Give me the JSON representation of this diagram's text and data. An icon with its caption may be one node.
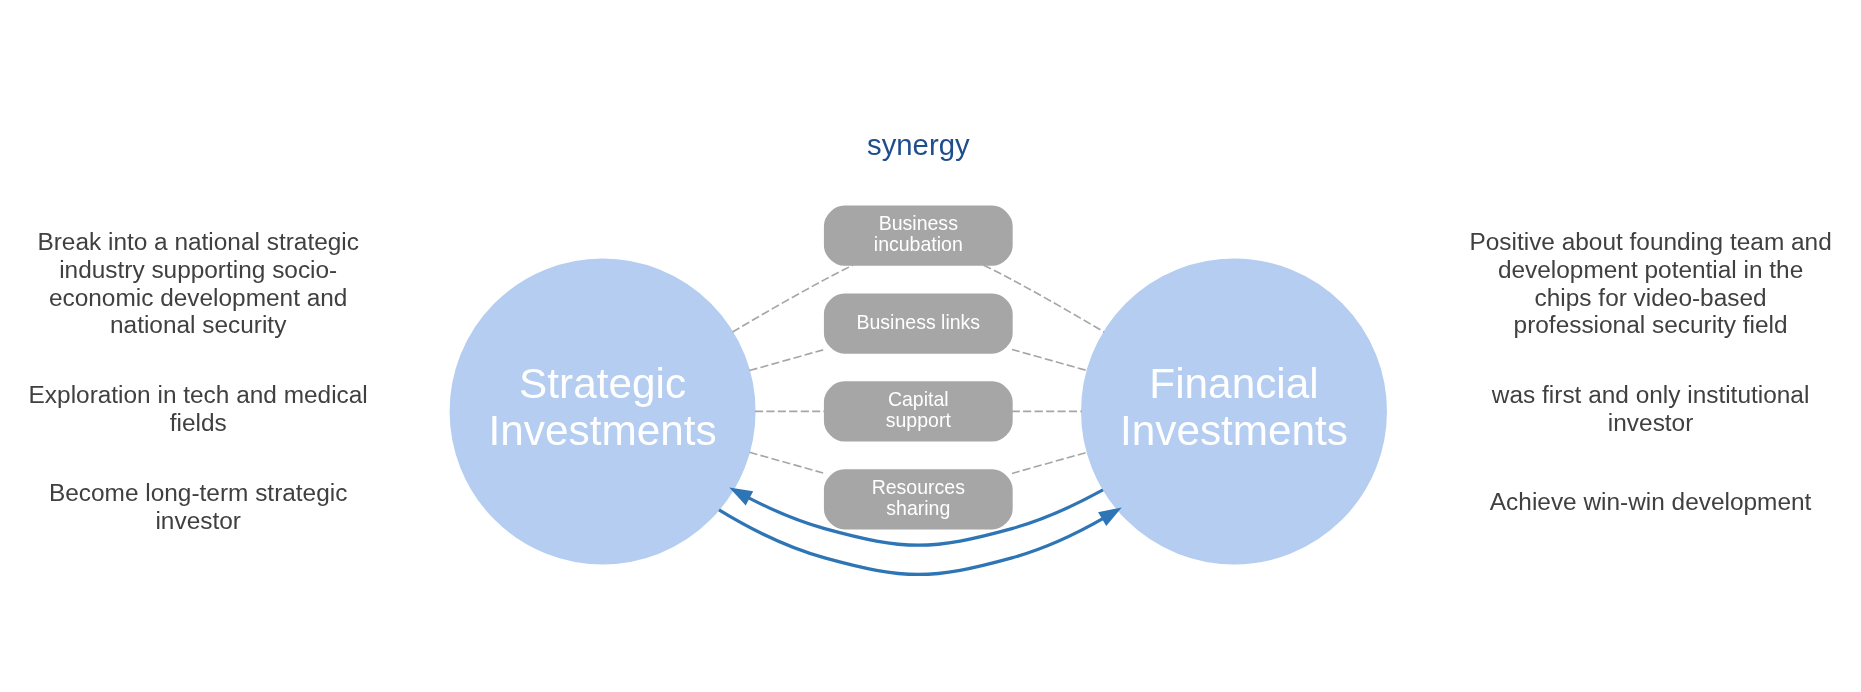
{
  "diagram": {
    "nodes": [
      {
        "text": [
          "Strategic Investments"
        ]
      },
      {
        "text": [
          "Business incubation"
        ]
      },
      {
        "text": [
          "Business links"
        ]
      },
      {
        "text": [
          "Capital support"
        ]
      },
      {
        "text": [
          "Resources sharing"
        ]
      },
      {
        "text": [
          "Financial Investments"
        ]
      }
    ],
    "edges": [
      {
        "from": 0,
        "to": 1,
        "arrow": "none",
        "style": "dashed"
      },
      {
        "from": 1,
        "to": 5,
        "arrow": "none",
        "style": "dashed"
      },
      {
        "from": 0,
        "to": 2,
        "arrow": "none",
        "style": "dashed"
      },
      {
        "from": 2,
        "to": 5,
        "arrow": "none",
        "style": "dashed"
      },
      {
        "from": 0,
        "to": 3,
        "arrow": "none",
        "style": "dashed"
      },
      {
        "from": 3,
        "to": 5,
        "arrow": "none",
        "style": "dashed"
      },
      {
        "from": 0,
        "to": 4,
        "arrow": "none",
        "style": "dashed"
      },
      {
        "from": 4,
        "to": 5,
        "arrow": "none",
        "style": "dashed"
      },
      {
        "from": 0,
        "to": 5,
        "arrow": "to",
        "color": "#2e75b6"
      },
      {
        "from": 5,
        "to": 0,
        "arrow": "to",
        "color": "#2e75b6"
      }
    ],
    "labels": [
      "Break into a national strategic industry supporting socio-economic development and national security",
      "Exploration in tech and medical fields",
      "Become long-term strategic investor",
      "synergy",
      "Positive about founding team and development potential in the chips for video-based professional security field",
      "was first and only institutional investor",
      "Achieve win-win development"
    ]
  }
}
